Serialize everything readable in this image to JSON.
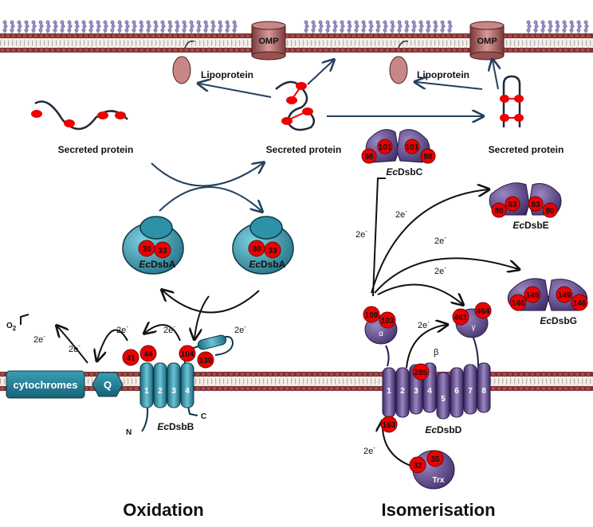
{
  "omp_label": "OMP",
  "lipoprotein_label": "Lipoprotein",
  "secreted_protein_label": "Secreted protein",
  "electrons": "2e",
  "electron_sup": "-",
  "o2": "O",
  "o2_sub": "2",
  "cytochromes": "cytochromes",
  "quinone": "Q",
  "dsba": {
    "name_prefix": "Ec",
    "name": "DsbA",
    "cys1": "30",
    "cys2": "33"
  },
  "dsbb": {
    "name_prefix": "Ec",
    "name": "DsbB",
    "cys": [
      "41",
      "44",
      "104",
      "130"
    ],
    "helices": [
      "1",
      "2",
      "3",
      "4"
    ],
    "n_term": "N",
    "c_term": "C"
  },
  "dsbc": {
    "name_prefix": "Ec",
    "name": "DsbC",
    "cys": [
      "98",
      "101",
      "101",
      "98"
    ]
  },
  "dsbe": {
    "name_prefix": "Ec",
    "name": "DsbE",
    "cys": [
      "80",
      "83",
      "83",
      "80"
    ]
  },
  "dsbg": {
    "name_prefix": "Ec",
    "name": "DsbG",
    "cys": [
      "146",
      "149",
      "149",
      "146"
    ]
  },
  "dsbd": {
    "name_prefix": "Ec",
    "name": "DsbD",
    "alpha": "α",
    "beta": "β",
    "gamma": "γ",
    "alpha_cys": [
      "109",
      "103"
    ],
    "gamma_cys": [
      "461",
      "464"
    ],
    "beta_cys": [
      "163",
      "285"
    ],
    "helices": [
      "1",
      "2",
      "3",
      "4",
      "5",
      "6",
      "7",
      "8"
    ]
  },
  "trx": {
    "name": "Trx",
    "cys": [
      "32",
      "35"
    ]
  },
  "titles": {
    "left": "Oxidation",
    "right": "Isomerisation"
  }
}
